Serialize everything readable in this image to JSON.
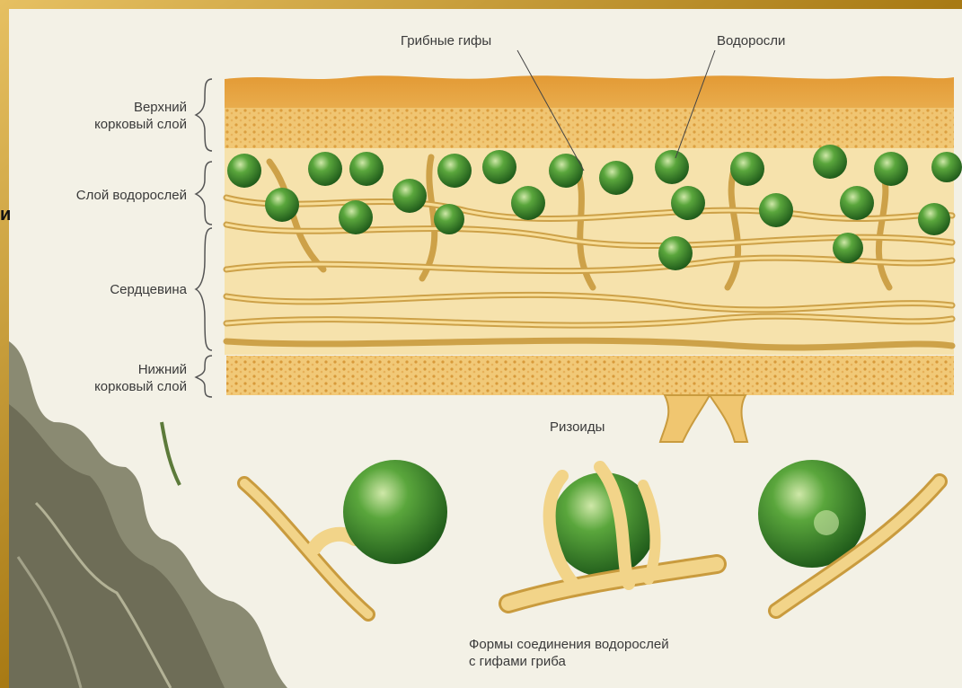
{
  "labels": {
    "upper_cortex": "Верхний\nкорковый слой",
    "algae_layer": "Слой водорослей",
    "medulla": "Сердцевина",
    "lower_cortex": "Нижний\nкорковый слой",
    "hyphae": "Грибные гифы",
    "algae": "Водоросли",
    "rhizoids": "Ризоиды",
    "connection_forms": "Формы соединения водорослей\nс гифами гриба"
  },
  "edge_text": "и",
  "colors": {
    "background_gold": "#b8861e",
    "paper": "#f3f1e6",
    "cortex_orange": "#e8a640",
    "hyphae_yellow": "#f2d489",
    "hyphae_stroke": "#c99b3e",
    "algae_green": "#3f8f2e",
    "lichen_gray": "#8a8a72"
  },
  "icons": [
    "left-brace-icon",
    "algae-cell-icon",
    "hypha-icon",
    "lichen-thallus-icon"
  ]
}
